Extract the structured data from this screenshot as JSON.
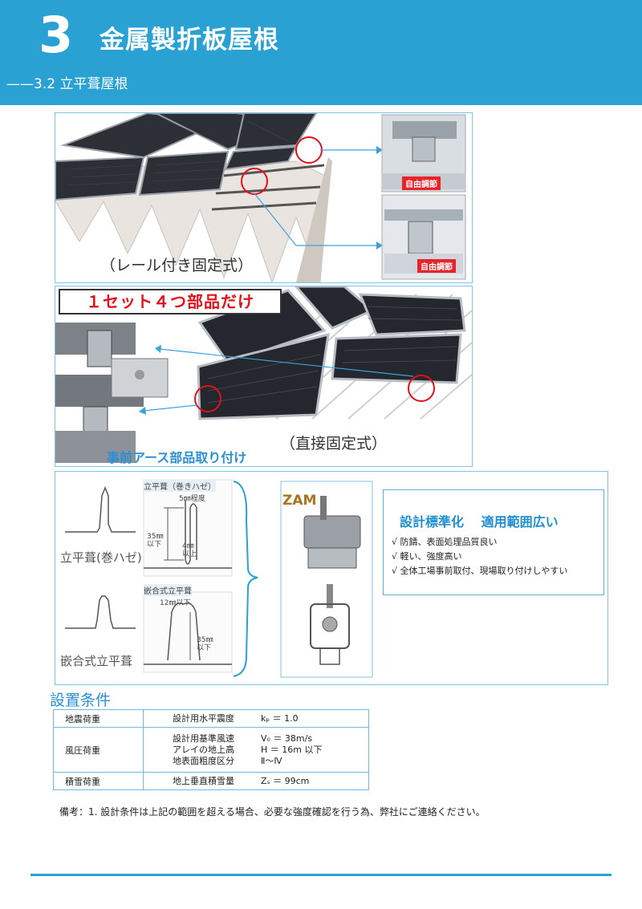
{
  "header": {
    "chapter": "3",
    "title": "金属製折板屋根",
    "subtitle": "——3.2 立平葺屋根"
  },
  "panel1": {
    "caption": "（レール付き固定式）",
    "badge1": "自由調節",
    "badge2": "自由調節"
  },
  "panel2": {
    "banner": "１セット４つ部品だけ",
    "caption": "（直接固定式）",
    "note": "事前アース部品取り付け"
  },
  "panel3": {
    "type1_label": "立平葺(巻ハゼ)",
    "type1_header": "立平葺（巻きハゼ）",
    "type1_dim1": "5㎜程度",
    "type1_dim2a": "35㎜",
    "type1_dim2b": "以下",
    "type1_dim3a": "4㎜",
    "type1_dim3b": "以上",
    "type2_label": "嵌合式立平葺",
    "type2_header": "嵌合式立平葺",
    "type2_dim1": "12㎜以下",
    "type2_dim2a": "35㎜",
    "type2_dim2b": "以下",
    "zam": "ZAM"
  },
  "info": {
    "title": "設計標準化　 適用範囲広い",
    "items": [
      "√ 防錆、表面処理品質良い",
      "√ 軽い、強度高い",
      "√ 全体工場事前取付、現場取り付けしやすい"
    ]
  },
  "conditions": {
    "title": "設置条件",
    "rows": [
      {
        "cat": "地震荷重",
        "lines": [
          {
            "k": "設計用水平震度",
            "v": "kₚ ＝ 1.0"
          }
        ]
      },
      {
        "cat": "風圧荷重",
        "lines": [
          {
            "k": "設計用基準風速",
            "v": "V₀ ＝ 38m/s"
          },
          {
            "k": "アレイの地上高",
            "v": "H ＝ 16m 以下"
          },
          {
            "k": "地表面粗度区分",
            "v": "Ⅱ～Ⅳ"
          }
        ]
      },
      {
        "cat": "積雪荷重",
        "lines": [
          {
            "k": "地上垂直積雪量",
            "v": "Zₛ ＝ 99cm"
          }
        ]
      }
    ]
  },
  "note": "備考：1. 設計条件は上記の範囲を超える場合、必要な強度確認を行う為、弊社にご連絡ください。",
  "colors": {
    "brand": "#2aa1d3",
    "red": "#e2101a",
    "label_blue": "#2a8fd6"
  }
}
